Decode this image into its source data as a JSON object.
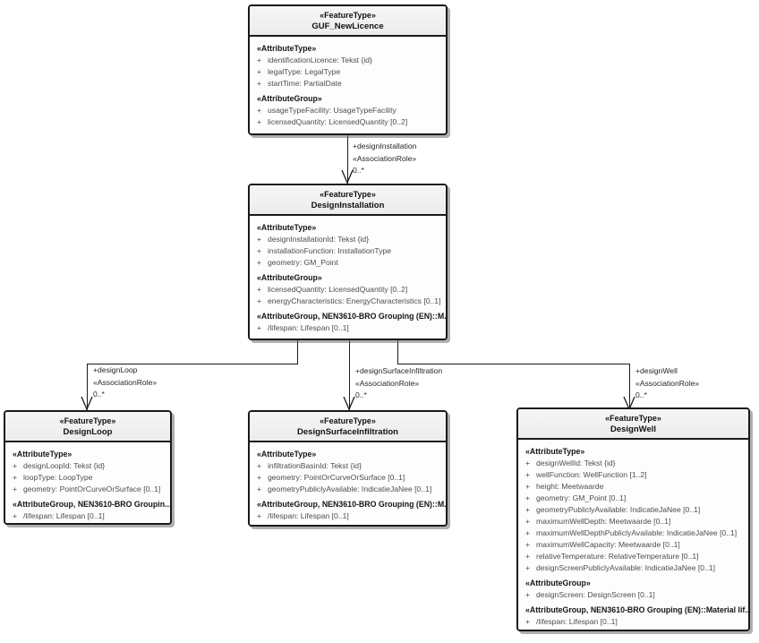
{
  "diagram": {
    "kind": "UML class diagram",
    "colors": {
      "background": "#ffffff",
      "box_border": "#1a1a1a",
      "box_header_fill": "#efefef",
      "box_body_fill": "#fdfdfd",
      "attribute_text": "#4d4d4d",
      "label_text": "#262626"
    }
  },
  "boxes": [
    {
      "id": "guf-newlicence",
      "stereotype": "«FeatureType»",
      "name": "GUF_NewLicence",
      "rows": [
        {
          "kind": "section",
          "text": "«AttributeType»"
        },
        {
          "kind": "attr",
          "vis": "+",
          "text": "identificationLicence: Tekst {id}"
        },
        {
          "kind": "attr",
          "vis": "+",
          "text": "legalType: LegalType"
        },
        {
          "kind": "attr",
          "vis": "+",
          "text": "startTime: PartialDate"
        },
        {
          "kind": "section",
          "text": "«AttributeGroup»"
        },
        {
          "kind": "attr",
          "vis": "+",
          "text": "usageTypeFacility: UsageTypeFacility"
        },
        {
          "kind": "attr",
          "vis": "+",
          "text": "licensedQuantity: LicensedQuantity [0..2]"
        }
      ]
    },
    {
      "id": "design-installation",
      "stereotype": "«FeatureType»",
      "name": "DesignInstallation",
      "rows": [
        {
          "kind": "section",
          "text": "«AttributeType»"
        },
        {
          "kind": "attr",
          "vis": "+",
          "text": "designInstallationId: Tekst {id}"
        },
        {
          "kind": "attr",
          "vis": "+",
          "text": "installationFunction: InstallationType"
        },
        {
          "kind": "attr",
          "vis": "+",
          "text": "geometry: GM_Point"
        },
        {
          "kind": "section",
          "text": "«AttributeGroup»"
        },
        {
          "kind": "attr",
          "vis": "+",
          "text": "licensedQuantity: LicensedQuantity [0..2]"
        },
        {
          "kind": "attr",
          "vis": "+",
          "text": "energyCharacteristics: EnergyCharacteristics [0..1]"
        },
        {
          "kind": "section",
          "text": "«AttributeGroup, NEN3610-BRO Grouping (EN)::M..."
        },
        {
          "kind": "attr",
          "vis": "+",
          "text": "/lifespan: Lifespan [0..1]"
        }
      ]
    },
    {
      "id": "design-loop",
      "stereotype": "«FeatureType»",
      "name": "DesignLoop",
      "rows": [
        {
          "kind": "section",
          "text": "«AttributeType»"
        },
        {
          "kind": "attr",
          "vis": "+",
          "text": "designLoopId: Tekst {id}"
        },
        {
          "kind": "attr",
          "vis": "+",
          "text": "loopType: LoopType"
        },
        {
          "kind": "attr",
          "vis": "+",
          "text": "geometry: PointOrCurveOrSurface [0..1]"
        },
        {
          "kind": "section",
          "text": "«AttributeGroup, NEN3610-BRO Groupin..."
        },
        {
          "kind": "attr",
          "vis": "+",
          "text": "/lifespan: Lifespan [0..1]"
        }
      ]
    },
    {
      "id": "design-surface-infiltration",
      "stereotype": "«FeatureType»",
      "name": "DesignSurfaceInfiltration",
      "rows": [
        {
          "kind": "section",
          "text": "«AttributeType»"
        },
        {
          "kind": "attr",
          "vis": "+",
          "text": "infiltrationBasinId: Tekst {id}"
        },
        {
          "kind": "attr",
          "vis": "+",
          "text": "geometry: PointOrCurveOrSurface [0..1]"
        },
        {
          "kind": "attr",
          "vis": "+",
          "text": "geometryPubliclyAvailable: IndicatieJaNee [0..1]"
        },
        {
          "kind": "section",
          "text": "«AttributeGroup, NEN3610-BRO Grouping (EN)::M..."
        },
        {
          "kind": "attr",
          "vis": "+",
          "text": "/lifespan: Lifespan [0..1]"
        }
      ]
    },
    {
      "id": "design-well",
      "stereotype": "«FeatureType»",
      "name": "DesignWell",
      "rows": [
        {
          "kind": "section",
          "text": "«AttributeType»"
        },
        {
          "kind": "attr",
          "vis": "+",
          "text": "designWellId: Tekst {id}"
        },
        {
          "kind": "attr",
          "vis": "+",
          "text": "wellFunction: WellFunction [1..2]"
        },
        {
          "kind": "attr",
          "vis": "+",
          "text": "height: Meetwaarde"
        },
        {
          "kind": "attr",
          "vis": "+",
          "text": "geometry: GM_Point [0..1]"
        },
        {
          "kind": "attr",
          "vis": "+",
          "text": "geometryPubliclyAvailable: IndicatieJaNee [0..1]"
        },
        {
          "kind": "attr",
          "vis": "+",
          "text": "maximumWellDepth: Meetwaarde [0..1]"
        },
        {
          "kind": "attr",
          "vis": "+",
          "text": "maximumWellDepthPubliclyAvailable: IndicatieJaNee [0..1]"
        },
        {
          "kind": "attr",
          "vis": "+",
          "text": "maximumWellCapacity: Meetwaarde [0..1]"
        },
        {
          "kind": "attr",
          "vis": "+",
          "text": "relativeTemperature: RelativeTemperature [0..1]"
        },
        {
          "kind": "attr",
          "vis": "+",
          "text": "designScreenPubliclyAvailable: IndicatieJaNee [0..1]"
        },
        {
          "kind": "section",
          "text": "«AttributeGroup»"
        },
        {
          "kind": "attr",
          "vis": "+",
          "text": "designScreen: DesignScreen [0..1]"
        },
        {
          "kind": "section",
          "text": "«AttributeGroup, NEN3610-BRO Grouping (EN)::Material lif..."
        },
        {
          "kind": "attr",
          "vis": "+",
          "text": "/lifespan: Lifespan [0..1]"
        }
      ]
    }
  ],
  "connectors": [
    {
      "id": "design-installation",
      "role": "+designInstallation",
      "stereotype": "«AssociationRole»",
      "multiplicity": "0..*"
    },
    {
      "id": "design-loop",
      "role": "+designLoop",
      "stereotype": "«AssociationRole»",
      "multiplicity": "0..*"
    },
    {
      "id": "design-surface-infiltration",
      "role": "+designSurfaceInfiltration",
      "stereotype": "«AssociationRole»",
      "multiplicity": "0..*"
    },
    {
      "id": "design-well",
      "role": "+designWell",
      "stereotype": "«AssociationRole»",
      "multiplicity": "0..*"
    }
  ]
}
